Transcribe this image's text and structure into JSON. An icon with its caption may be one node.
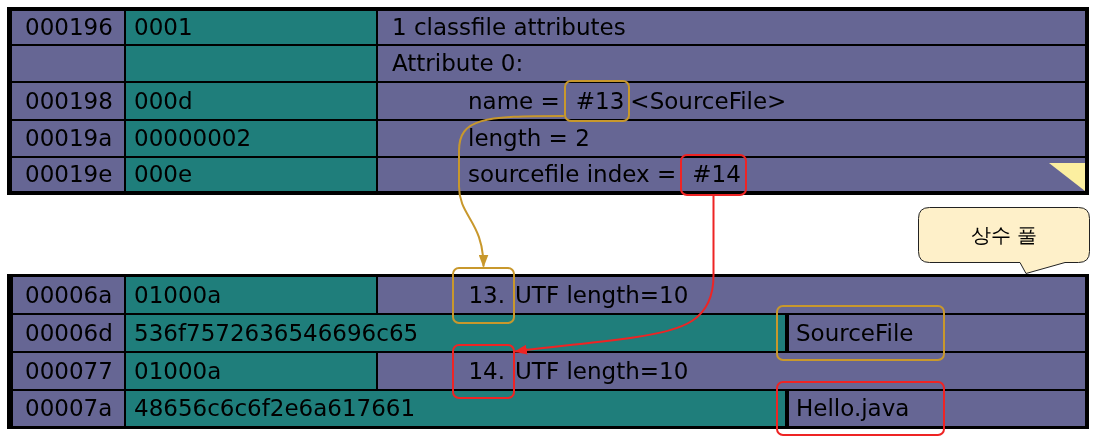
{
  "diagram": {
    "nodes": [
      {
        "text": [
          "#13"
        ]
      },
      {
        "text": [
          "#14"
        ]
      },
      {
        "text": [
          "상수 풀"
        ]
      },
      {
        "text": [
          "13."
        ]
      },
      {
        "text": [
          "SourceFile"
        ]
      },
      {
        "text": [
          "14."
        ]
      },
      {
        "text": [
          "Hello.java"
        ]
      }
    ],
    "edges": [
      {
        "from": 0,
        "to": 3,
        "arrow": "to",
        "color": "#c8982c"
      },
      {
        "from": 1,
        "to": 5,
        "arrow": "to",
        "color": "#ee2424"
      }
    ],
    "labels": [
      "000196",
      "0001",
      "1 classfile attributes",
      "Attribute 0:",
      "000198",
      "000d",
      "name =",
      "<SourceFile>",
      "00019a",
      "00000002",
      "length = 2",
      "00019e",
      "000e",
      "sourcefile index =",
      "00006a",
      "01000a",
      "UTF length=10",
      "00006d",
      "536f7572636546696c65",
      "000077",
      "01000a",
      "UTF length=10",
      "00007a",
      "48656c6c6f2e6a617661"
    ]
  }
}
